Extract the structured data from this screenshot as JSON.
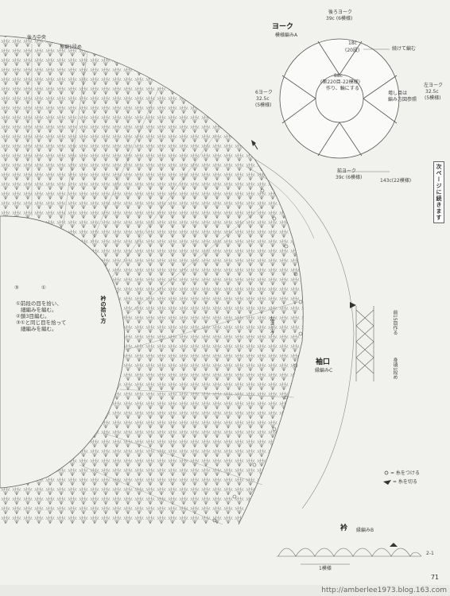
{
  "yoke": {
    "title": "ヨーク",
    "pattern": "模様編みA",
    "back": "後ろヨーク",
    "back_count": "39c (6模様)",
    "top_inner": "18c",
    "top_rows": "(20段)",
    "attach": "続けて編む",
    "center_count": "88c",
    "center_rows": "(第220目-22模様)",
    "center_note1": "作り、輪にする",
    "right": "6ヨーク",
    "right_count": "32.5c",
    "right_rows": "(5模様)",
    "left": "左ヨーク",
    "left_count": "32.5c",
    "left_rows": "(5模様)",
    "increase": "増し目は",
    "increase2": "編み方図参照",
    "front": "前ヨーク",
    "front_count": "39c (6模様)",
    "total": "143c(22模様)"
  },
  "continue_tag": "次ページに続きます",
  "chart": {
    "back_center": "後ろ中央",
    "row1_label": "身編1段め",
    "neck_pickup": "衿の拾い方",
    "left_yoke": "左ヨーク",
    "sleeve_title": "袖口",
    "sleeve_pattern": "縁編みC",
    "sleeve_rows": "前15目作る",
    "sleeve_join": "身頃1段め"
  },
  "instructions": {
    "symbol_a": "③",
    "symbol_b": "①",
    "line1": "①前段の目を拾い、",
    "line2": "細編みを編む。",
    "line3": "②鎖3目編む。",
    "line4": "③①と同じ目を拾って",
    "line5": "細編みを編む。"
  },
  "legend": {
    "attach_yarn": "= 糸をつける",
    "cut_yarn": "= 糸を切る"
  },
  "collar": {
    "title": "衿",
    "pattern": "縁編みB",
    "repeat": "1模様",
    "start": "2-1"
  },
  "page_number": "71",
  "watermark": "http://amberlee1973.blog.163.com"
}
